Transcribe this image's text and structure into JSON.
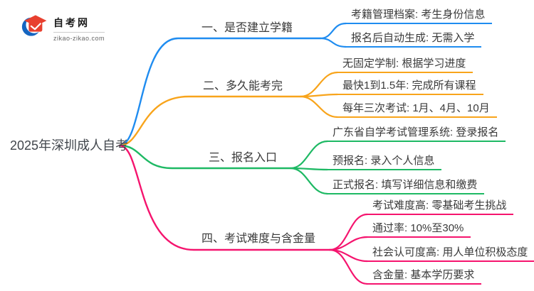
{
  "canvas": {
    "background": "#ffffff"
  },
  "logo": {
    "icon": "graduation-cap-logo-icon",
    "site_name": "自考网",
    "site_url": "zikao-zikao.com",
    "cap_color": "#E8402F",
    "swoosh_color": "#1565C0"
  },
  "root": {
    "label": "2025年深圳成人自考",
    "text_color": "#41464C"
  },
  "branches": [
    {
      "label": "一、是否建立学籍",
      "color": "#1F8CF0",
      "leaves": [
        {
          "text": "考籍管理档案: 考生身份信息"
        },
        {
          "text": "报名后自动生成: 无需入学"
        }
      ]
    },
    {
      "label": "二、多久能考完",
      "color": "#F8A41B",
      "leaves": [
        {
          "text": "无固定学制: 根据学习进度"
        },
        {
          "text": "最快1到1.5年: 完成所有课程"
        },
        {
          "text": "每年三次考试: 1月、4月、10月"
        }
      ]
    },
    {
      "label": "三、报名入口",
      "color": "#1EB964",
      "leaves": [
        {
          "text": "广东省自学考试管理系统: 登录报名"
        },
        {
          "text": "预报名: 录入个人信息"
        },
        {
          "text": "正式报名: 填写详细信息和缴费"
        }
      ]
    },
    {
      "label": "四、考试难度与含金量",
      "color": "#F5146E",
      "leaves": [
        {
          "text": "考试难度高: 零基础考生挑战"
        },
        {
          "text": "通过率: 10%至30%"
        },
        {
          "text": "社会认可度高: 用人单位积极态度"
        },
        {
          "text": "含金量: 基本学历要求"
        }
      ]
    }
  ]
}
